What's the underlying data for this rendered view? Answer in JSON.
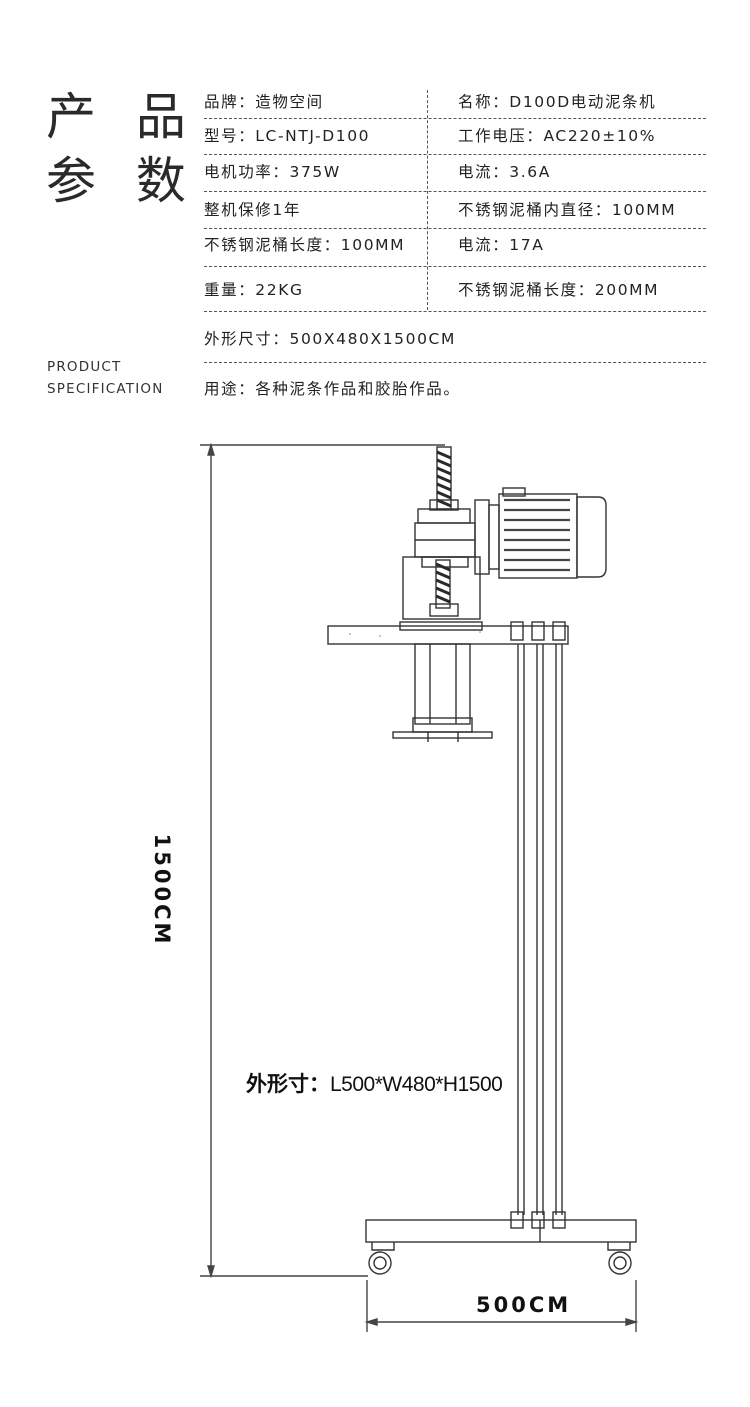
{
  "heading": {
    "line1": "产 品",
    "line2": "参 数",
    "en1": "PRODUCT",
    "en2": "SPECIFICATION"
  },
  "specs": {
    "r1": {
      "left": "品牌：造物空间",
      "right": "名称：D100D电动泥条机"
    },
    "r2": {
      "left": "型号：LC-NTJ-D100",
      "right": "工作电压：AC220±10%"
    },
    "r3": {
      "left": "电机功率：375W",
      "right": "电流：3.6A"
    },
    "r4": {
      "left": "整机保修1年",
      "right": "不锈钢泥桶内直径：100MM"
    },
    "r5": {
      "left": "不锈钢泥桶长度：100MM",
      "right": "电流：17A"
    },
    "r6": {
      "left": "重量：22KG",
      "right": "不锈钢泥桶长度：200MM"
    },
    "r7": "外形尺寸：500X480X1500CM",
    "r8": "用途：各种泥条作品和胶胎作品。"
  },
  "drawing": {
    "height_label": "1500CM",
    "width_label": "500CM",
    "dims_label": "外形寸：",
    "dims_value": "L500*W480*H1500"
  },
  "colors": {
    "text": "#222222",
    "line": "#555555",
    "drawing": "#333333"
  }
}
